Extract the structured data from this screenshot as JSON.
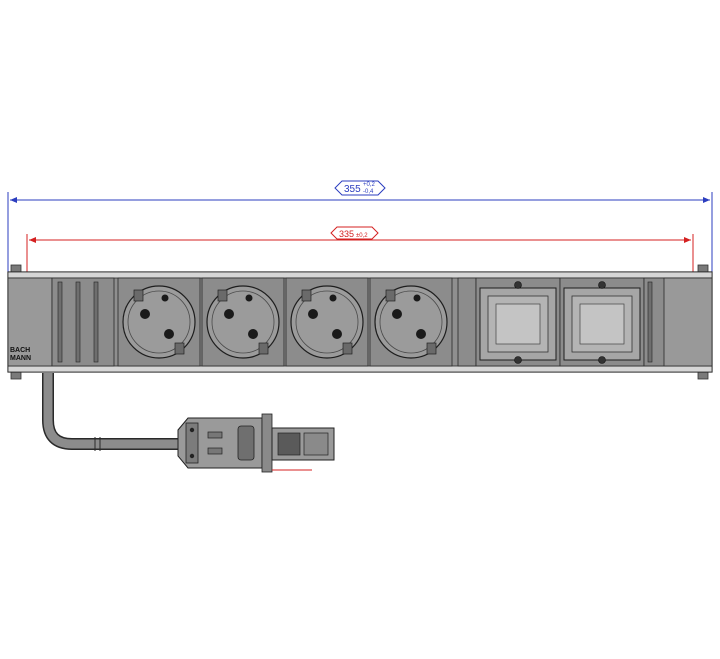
{
  "dimensions": {
    "overall": {
      "nominal": "355",
      "tol_upper": "+0,2",
      "tol_lower": "-0,4",
      "color": "#2b3dbf"
    },
    "inner": {
      "nominal": "335",
      "tol": "±0,2",
      "color": "#d42020"
    }
  },
  "strip": {
    "brand_line1": "BACH",
    "brand_line2": "MANN",
    "socket_count": 4,
    "module_count": 2,
    "housing_color": "#8f8f8f",
    "socket_color": "#9b9b9b"
  }
}
